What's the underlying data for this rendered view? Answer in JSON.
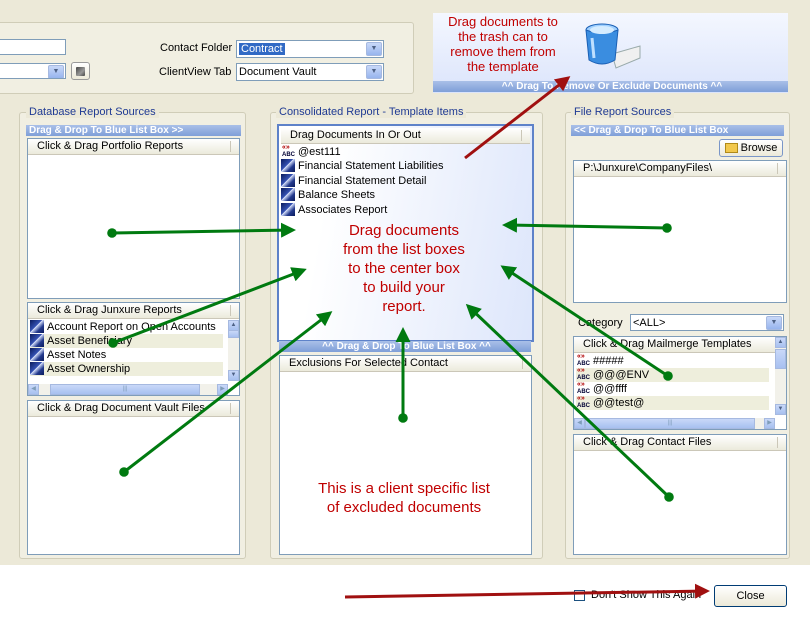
{
  "header": {
    "contact_folder_label": "Contact Folder",
    "contact_folder_value": "Contract",
    "clientview_tab_label": "ClientView Tab",
    "clientview_tab_value": "Document Vault"
  },
  "trash_panel": {
    "bar_text": "^^ Drag To Remove Or Exclude Documents ^^"
  },
  "database_sources": {
    "title": "Database Report Sources",
    "bar_text": "Drag & Drop To Blue List Box >>",
    "portfolio_header": "Click & Drag Portfolio Reports",
    "junxure_header": "Click & Drag Junxure Reports",
    "junxure_items": [
      "Account Report on Open Accounts",
      "Asset Beneficiary",
      "Asset Notes",
      "Asset Ownership"
    ],
    "vault_header": "Click & Drag Document Vault Files"
  },
  "consolidated": {
    "title": "Consolidated Report - Template Items",
    "list_header": "Drag Documents In Or Out",
    "items": [
      "@est111",
      "Financial Statement Liabilities",
      "Financial Statement Detail",
      "Balance Sheets",
      "Associates Report"
    ],
    "bar_text": "^^ Drag & Drop To Blue List Box ^^",
    "exclusions_header": "Exclusions For Selected Contact"
  },
  "file_sources": {
    "title": "File Report Sources",
    "bar_text": "<< Drag & Drop To Blue List Box",
    "browse_label": "Browse",
    "path_header": "P:\\Junxure\\CompanyFiles\\",
    "category_label": "Category",
    "category_value": "<ALL>",
    "mailmerge_header": "Click & Drag Mailmerge Templates",
    "mailmerge_items": [
      "#####",
      "@@@ENV",
      "@@ffff",
      "@@test@"
    ],
    "contact_files_header": "Click & Drag Contact Files"
  },
  "footer": {
    "dont_show_label": "Don't Show This Again",
    "close_label": "Close"
  },
  "annotations": {
    "trash_note": [
      "Drag documents to",
      "the trash can to",
      "remove them from",
      "the template"
    ],
    "center_note": [
      "Drag documents",
      "from the list boxes",
      "to the center box",
      "to build your",
      "report."
    ],
    "exclusion_note": [
      "This is a client specific list",
      "of excluded documents"
    ]
  },
  "colors": {
    "annotation_red": "#c00000",
    "arrow_green": "#007a10",
    "arrow_darkred": "#a01010",
    "group_title_blue": "#1f3a93",
    "bar_blue": "#7f9fd8",
    "window_bg": "#ece9d8"
  }
}
